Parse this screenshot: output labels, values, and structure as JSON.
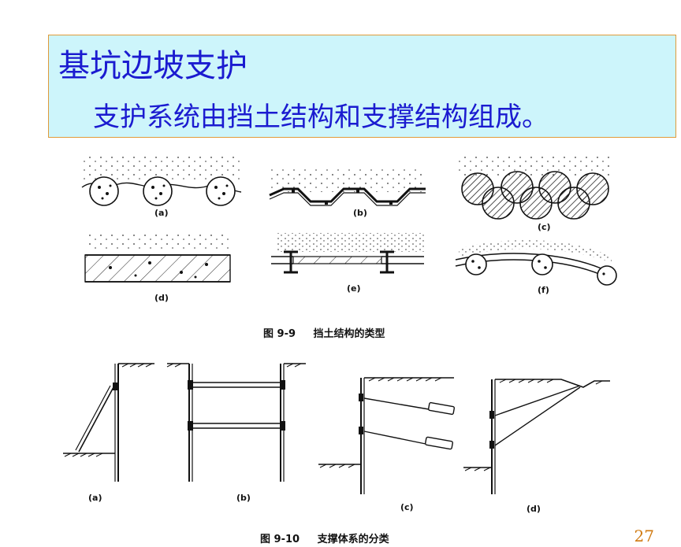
{
  "header": {
    "title": "基坑边坡支护",
    "subtitle": "支护系统由挡土结构和支撑结构组成。"
  },
  "figure_9_9": {
    "caption_num": "图 9-9",
    "caption_text": "挡土结构的类型",
    "labels": [
      "(a)",
      "(b)",
      "(c)",
      "(d)",
      "(e)",
      "(f)"
    ]
  },
  "figure_9_10": {
    "caption_num": "图 9-10",
    "caption_text": "支撑体系的分类",
    "labels": [
      "(a)",
      "(b)",
      "(c)",
      "(d)"
    ]
  },
  "page": {
    "number": "27"
  },
  "colors": {
    "title": "#1b1bd0",
    "title_bg": "#cdf5fb",
    "title_border": "#e09b3a",
    "page_number": "#d07a10"
  }
}
